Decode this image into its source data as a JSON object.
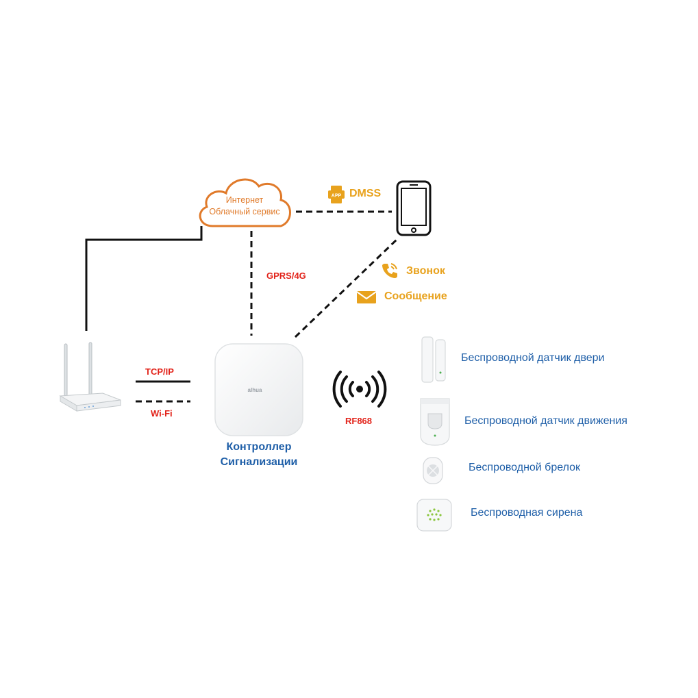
{
  "cloud": {
    "line1": "Интернет",
    "line2": "Облачный сервис"
  },
  "app": {
    "label": "DMSS",
    "badge": "APP"
  },
  "links": {
    "gprs": "GPRS/4G",
    "tcpip": "TCP/IP",
    "wifi": "Wi-Fi",
    "rf": "RF868",
    "call": "Звонок",
    "message": "Сообщение"
  },
  "controller": {
    "line1": "Контроллер",
    "line2": "Сигнализации",
    "logo": "alhua"
  },
  "devices": [
    {
      "label": "Беспроводной датчик двери"
    },
    {
      "label": "Беспроводной датчик движения"
    },
    {
      "label": "Беспроводной брелок"
    },
    {
      "label": "Беспроводная сирена"
    }
  ],
  "colors": {
    "accent_red": "#e2231a",
    "accent_orange": "#e8a21d",
    "accent_blue": "#1f5fa8",
    "cloud_outline": "#e07a2a"
  },
  "icons": {
    "cloud": "cloud-icon",
    "phone": "smartphone-icon",
    "app": "app-icon",
    "call": "phone-call-icon",
    "message": "envelope-icon",
    "rf": "wireless-signal-icon",
    "router": "router-icon",
    "controller": "alarm-hub-icon"
  }
}
